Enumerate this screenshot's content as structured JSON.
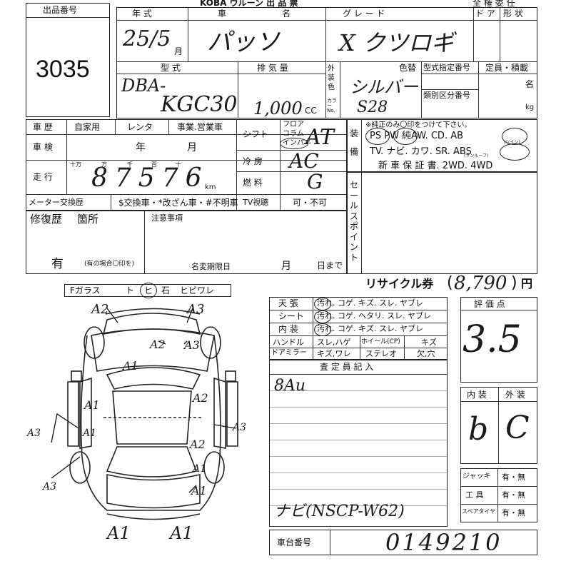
{
  "header": {
    "top_center": "KOBA ウルーン 出 品 票",
    "top_right": "全 権 委 任"
  },
  "lot": {
    "label": "出品番号",
    "number": "3035"
  },
  "row1": {
    "year_label": "年 式",
    "maker_label": "車",
    "name_label": "名",
    "grade_label": "グ レ ー ド",
    "door_label": "ド ア",
    "shape_label": "形 状",
    "year_value": "25/5",
    "year_unit": "月",
    "name_value": "パッソ",
    "grade_value": "X クツロギ"
  },
  "row2": {
    "type_label": "型 式",
    "disp_label": "排 気 量",
    "color_side_label": "外装色",
    "color_no_label": "カラーNo.",
    "color_label": "色替",
    "model_no_label": "型式指定番号",
    "class_no_label": "類別区分番号",
    "capacity_label": "定員・積載",
    "person_unit": "名",
    "kg_unit": "kg",
    "type_value_1": "DBA-",
    "type_value_2": "KGC30",
    "disp_value": "1,000",
    "disp_unit": "CC",
    "color_value": "シルバー",
    "color_no_value": "S28"
  },
  "history": {
    "label": "車 歴",
    "opt1": "自家用",
    "opt2": "レンタ",
    "opt3": "事業.営業車",
    "inspection_label": "車 検",
    "inspection_year": "年",
    "inspection_month": "月",
    "mileage_label": "走 行",
    "digit_labels": [
      "十万",
      "万",
      "千",
      "百",
      "十"
    ],
    "mileage_value": "87576",
    "mileage_unit": "km",
    "meter_label": "メーター交換歴",
    "meter_options": "$交換車・*改ざん車・#不明車"
  },
  "specs": {
    "shift_label": "シフト",
    "shift_options": [
      "フロア",
      "コラム",
      "インパネ"
    ],
    "shift_value": "AT",
    "ac_label": "冷 房",
    "ac_value": "AC",
    "fuel_label": "燃 料",
    "fuel_value": "G",
    "tv_label": "TV視聴",
    "tv_value": "可・不可"
  },
  "equipment": {
    "label": "装備",
    "note": "※純正のみ〇印をつけて下さい。",
    "line1": "PS  PW  純AW.  CD.  AB",
    "line1_small": "(ツイン)",
    "line2": "TV.  ナビ.  カワ.  SR.  ABS",
    "line2_small": "(サンルーフ)",
    "line3": "新 車 保 証 書.  2WD.  4WD"
  },
  "sale_point": {
    "label": "セールスポイント"
  },
  "repair": {
    "label": "修復歴",
    "label2": "箇所",
    "value": "有",
    "note": "(有の場合〇印を)"
  },
  "notes": {
    "label": "注意事項",
    "deadline_label": "名変期限日",
    "month": "月",
    "day": "日まで"
  },
  "glass": {
    "items": [
      "Fガラス",
      "ト",
      "ヒ",
      "石",
      "ヒビワレ"
    ]
  },
  "recycle": {
    "label": "リサイクル券",
    "value": "8,790",
    "unit": "円"
  },
  "condition_rows": [
    {
      "label": "天 張",
      "opts": "汚れ. コゲ.  キズ.  スレ.  ヤブレ"
    },
    {
      "label": "シート",
      "opts": "汚れ. コゲ. ヘタリ. スレ. ヤブレ"
    },
    {
      "label": "内 装",
      "opts": "汚れ. コゲ.  キズ.  スレ.  ヤブレ"
    }
  ],
  "misc_rows": {
    "handle": "ハンドル",
    "handle_opts": "スレ,ハゲ",
    "wheel": "ホイール(CP)",
    "wheel_opt": "キズ",
    "mirror": "ドアミラー",
    "mirror_opts": "キズ,ワレ",
    "stereo": "ステレオ",
    "stereo_opt": "欠,穴"
  },
  "inspector": {
    "label": "査 定 員 記 入",
    "memo": "8Au",
    "navi": "ナビ(NSCP-W62)"
  },
  "rating": {
    "label": "評 価 点",
    "value": "3.5",
    "interior_label": "内 装",
    "exterior_label": "外 装",
    "interior_value": "b",
    "exterior_value": "C"
  },
  "tools": [
    {
      "label": "ジャッキ",
      "value": "有・無"
    },
    {
      "label": "工 具",
      "value": "有・無"
    },
    {
      "label": "スペアタイヤ",
      "value": "有・無"
    }
  ],
  "chassis": {
    "label": "車台番号",
    "value": "0149210"
  },
  "damage_marks": [
    "A2",
    "A3",
    "A2",
    "A3",
    "A1",
    "A2",
    "A1",
    "A3",
    "A1",
    "A3",
    "A2",
    "A1",
    "A3",
    "A1",
    "A1",
    "A1"
  ]
}
